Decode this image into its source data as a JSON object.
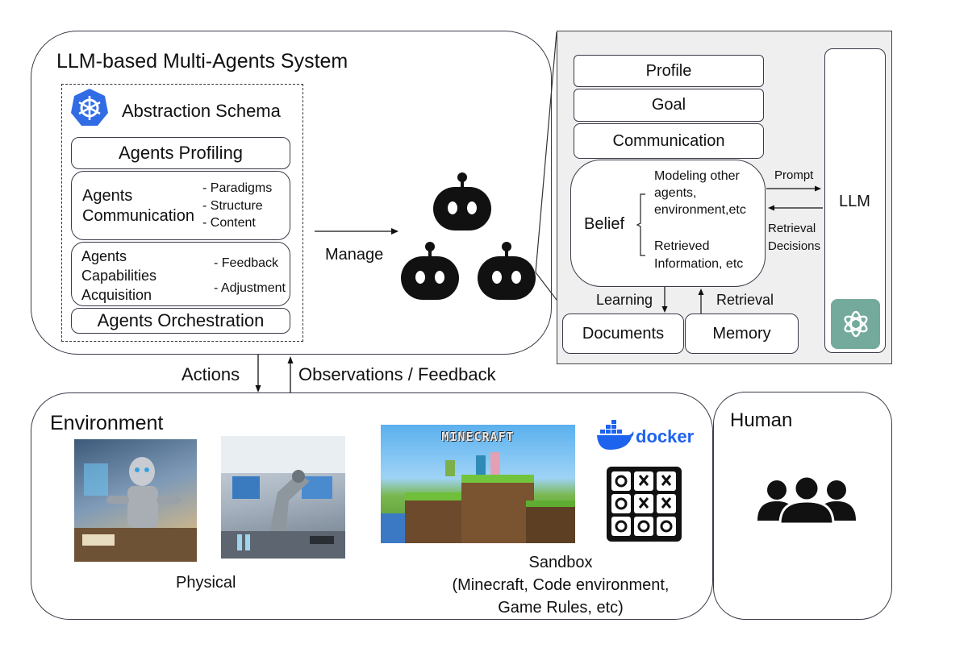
{
  "mas": {
    "title": "LLM-based Multi-Agents System",
    "schema_title": "Abstraction Schema",
    "profiling": "Agents Profiling",
    "communication": {
      "label": "Agents\nCommunication",
      "items": [
        "- Paradigms",
        "- Structure",
        "- Content"
      ]
    },
    "capabilities": {
      "label": "Agents\nCapabilities\nAcquisition",
      "items": [
        "- Feedback",
        "- Adjustment"
      ]
    },
    "orchestration": "Agents Orchestration",
    "manage": "Manage"
  },
  "agent_detail": {
    "profile": "Profile",
    "goal": "Goal",
    "communication": "Communication",
    "belief": "Belief",
    "belief_top": "Modeling other\nagents,\nenvironment,etc",
    "belief_bottom": "Retrieved\nInformation, etc",
    "prompt": "Prompt",
    "retrieval_decisions": "Retrieval\nDecisions",
    "llm": "LLM",
    "learning": "Learning",
    "retrieval": "Retrieval",
    "documents": "Documents",
    "memory": "Memory"
  },
  "links": {
    "actions": "Actions",
    "observations": "Observations / Feedback"
  },
  "environment": {
    "title": "Environment",
    "physical": "Physical",
    "minecraft_logo": "MINECRAFT",
    "docker_logo": "docker",
    "sandbox": "Sandbox\n(Minecraft, Code environment,\nGame Rules, etc)"
  },
  "human": {
    "title": "Human"
  },
  "colors": {
    "kubernetes_blue": "#326ce5",
    "docker_blue": "#1d63ed",
    "openai_green": "#74aa9c",
    "panel_gray": "#efefef"
  }
}
